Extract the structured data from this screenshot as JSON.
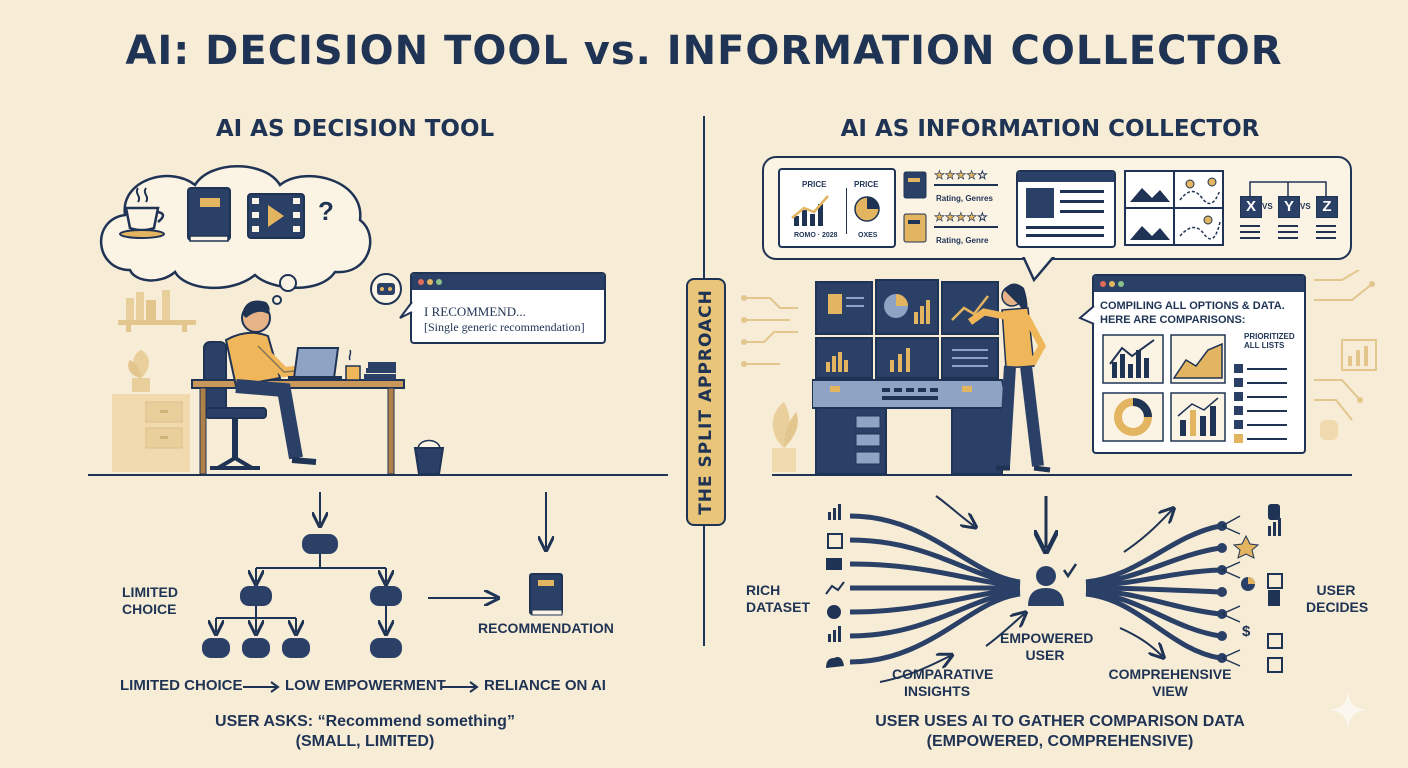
{
  "title": "AI: DECISION TOOL vs. INFORMATION COLLECTOR",
  "divider_label": "THE SPLIT APPROACH",
  "left": {
    "heading": "AI AS DECISION TOOL",
    "thought_bubble_items": [
      "coffee-cup-icon",
      "book-icon",
      "video-player-icon",
      "question-mark"
    ],
    "thought_question": "?",
    "chat_line1": "I RECOMMEND...",
    "chat_line2": "[Single generic recommendation]",
    "limited_choice_label": "LIMITED\nCHOICE",
    "recommendation_label": "RECOMMENDATION",
    "flow": [
      "LIMITED CHOICE",
      "LOW EMPOWERMENT",
      "RELIANCE ON AI"
    ],
    "caption1": "USER ASKS:  “Recommend something”",
    "caption2": "(SMALL, LIMITED)"
  },
  "right": {
    "heading": "AI AS INFORMATION COLLECTOR",
    "card_price1": "PRICE",
    "card_price2": "PRICE",
    "card_axis1": "ROMO · 2028",
    "card_axis2": "OXES",
    "rating1": "Rating,  Genres",
    "rating2": "Rating,  Genre",
    "compare_x": "X",
    "compare_vs1": "VS",
    "compare_y": "Y",
    "compare_vs2": "VS",
    "compare_z": "Z",
    "panel_line1": "COMPILING ALL OPTIONS & DATA.",
    "panel_line2": "HERE ARE COMPARISONS:",
    "panel_side": "PRIORITIZED\nALL LISTS",
    "rich_dataset": "RICH\nDATASET",
    "empowered_user": "EMPOWERED\nUSER",
    "comparative_insights": "COMPARATIVE\nINSIGHTS",
    "comprehensive_view": "COMPREHENSIVE\nVIEW",
    "user_decides": "USER\nDECIDES",
    "caption1": "USER USES AI TO GATHER COMPARISON DATA",
    "caption2": "(EMPOWERED, COMPREHENSIVE)"
  },
  "colors": {
    "background": "#f7ecd6",
    "navy": "#1f3354",
    "gold": "#e3b561",
    "mustard": "#f0b65a"
  }
}
